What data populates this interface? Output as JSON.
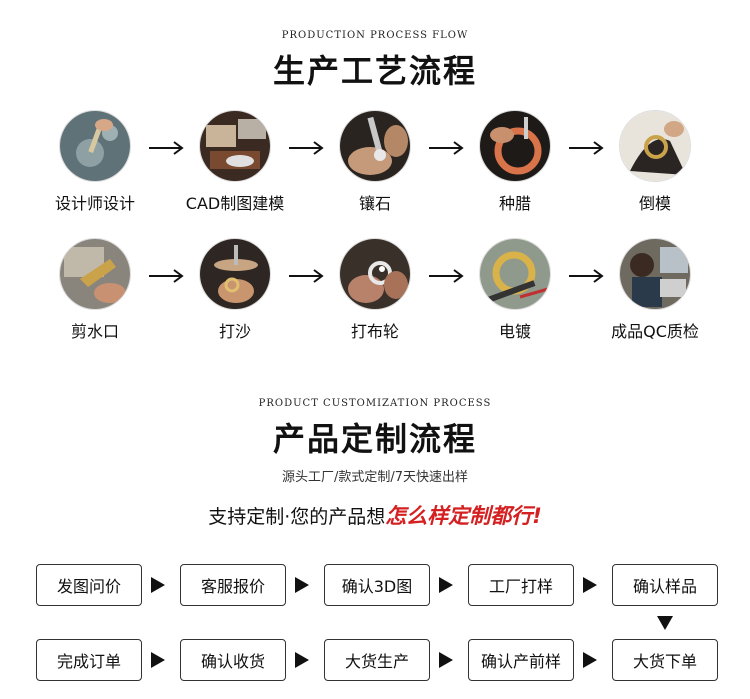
{
  "production": {
    "en_title": "PRODUCTION PROCESS FLOW",
    "title": "生产工艺流程",
    "row1": [
      {
        "label": "设计师设计",
        "icon": "designer-sketch-photo"
      },
      {
        "label": "CAD制图建模",
        "icon": "cad-modeling-photo"
      },
      {
        "label": "镶石",
        "icon": "stone-setting-photo"
      },
      {
        "label": "种腊",
        "icon": "wax-planting-photo"
      },
      {
        "label": "倒模",
        "icon": "casting-photo"
      }
    ],
    "row2": [
      {
        "label": "剪水口",
        "icon": "sprue-cutting-photo"
      },
      {
        "label": "打沙",
        "icon": "sanding-photo"
      },
      {
        "label": "打布轮",
        "icon": "polishing-wheel-photo"
      },
      {
        "label": "电镀",
        "icon": "plating-photo"
      },
      {
        "label": "成品QC质检",
        "icon": "qc-inspection-photo"
      }
    ]
  },
  "customization": {
    "en_title": "PRODUCT CUSTOMIZATION PROCESS",
    "title": "产品定制流程",
    "subtitle": "源头工厂/款式定制/7天快速出样",
    "slogan_prefix": "支持定制·您的产品想",
    "slogan_highlight": "怎么样定制都行!",
    "row1": [
      "发图问价",
      "客服报价",
      "确认3D图",
      "工厂打样",
      "确认样品"
    ],
    "row2": [
      "完成订单",
      "确认收货",
      "大货生产",
      "确认产前样",
      "大货下单"
    ]
  },
  "colors": {
    "highlight": "#d42020",
    "text": "#111111"
  }
}
